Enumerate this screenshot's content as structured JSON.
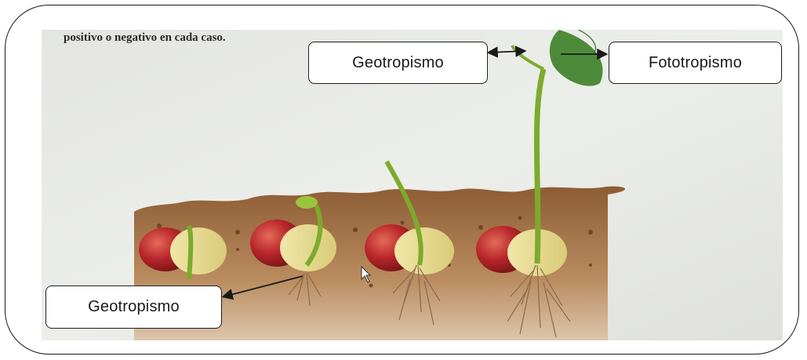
{
  "labels": {
    "geotropismo_top": "Geotropismo",
    "fototropismo": "Fototropismo",
    "geotropismo_bottom": "Geotropismo"
  },
  "photo": {
    "header_fragment": "positivo o negativo en cada caso."
  },
  "colors": {
    "background": "#e8e9e6",
    "soil": "#8a5a34",
    "seed": "#b8262a",
    "stem": "#7cab2c",
    "arrow": "#1a1a1a"
  }
}
